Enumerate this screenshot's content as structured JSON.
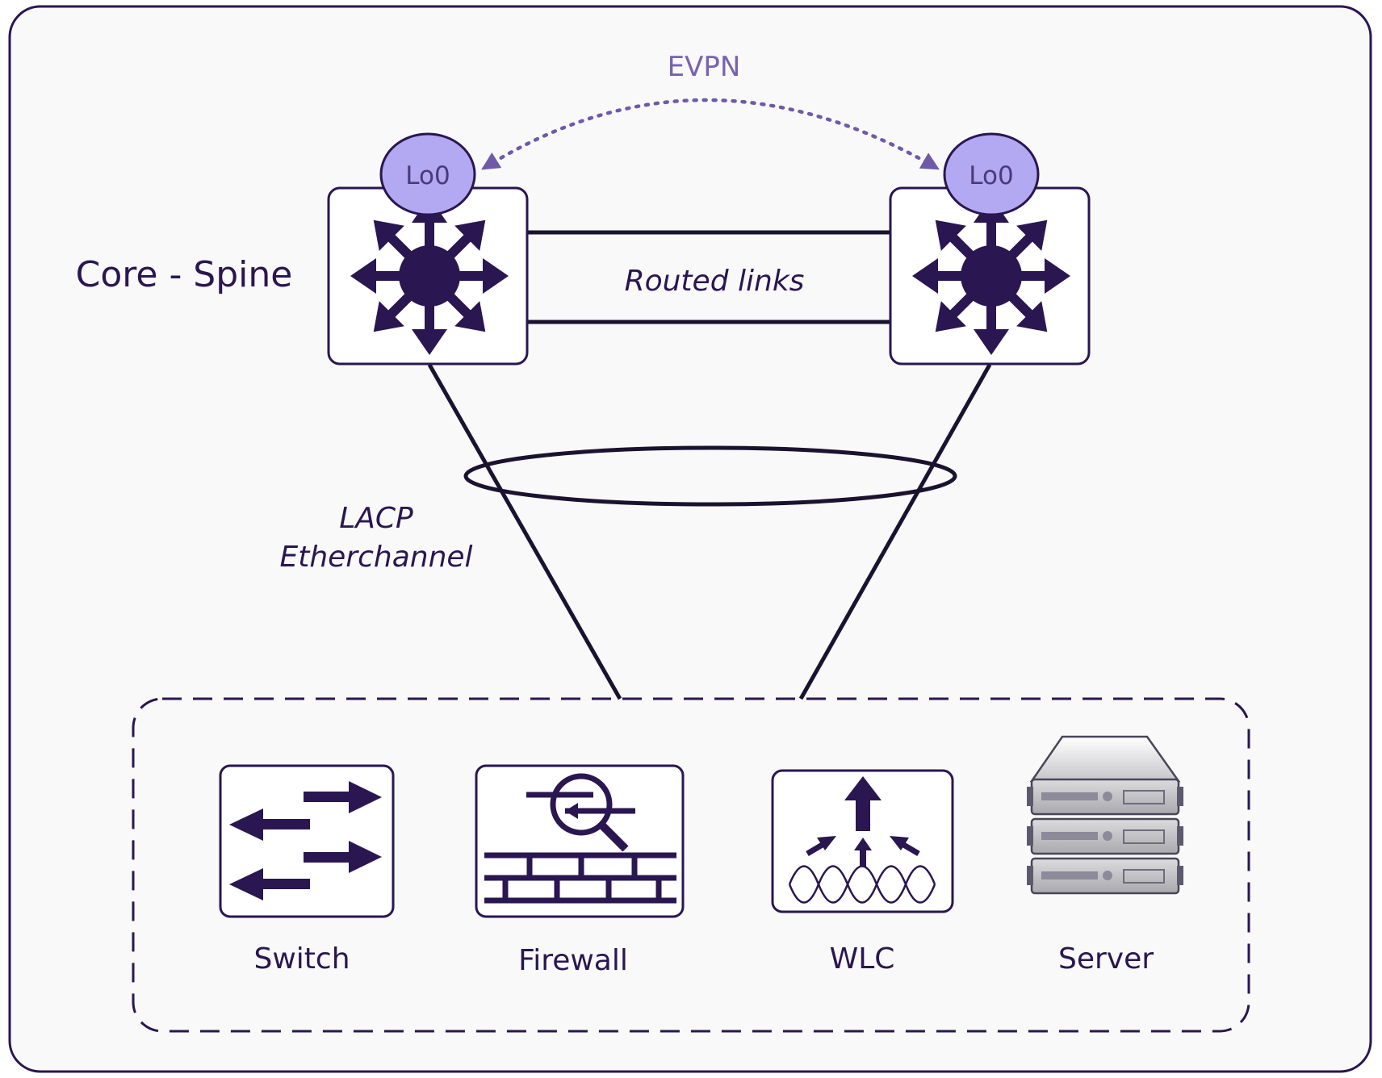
{
  "diagram": {
    "layer_label": "Core - Spine",
    "evpn_label": "EVPN",
    "routed_links_label": "Routed links",
    "lacp_label_line1": "LACP",
    "lacp_label_line2": "Etherchannel",
    "loopback_left_label": "Lo0",
    "loopback_right_label": "Lo0",
    "devices": [
      {
        "label": "Switch",
        "icon": "switch-icon"
      },
      {
        "label": "Firewall",
        "icon": "firewall-icon"
      },
      {
        "label": "WLC",
        "icon": "wlc-icon"
      },
      {
        "label": "Server",
        "icon": "server-icon"
      }
    ],
    "colors": {
      "background": "#f9f9f9",
      "frame": "#2a1650",
      "ink": "#2a1650",
      "loopback_fill": "#b3a8f2",
      "evpn": "#6f5aa8"
    }
  }
}
